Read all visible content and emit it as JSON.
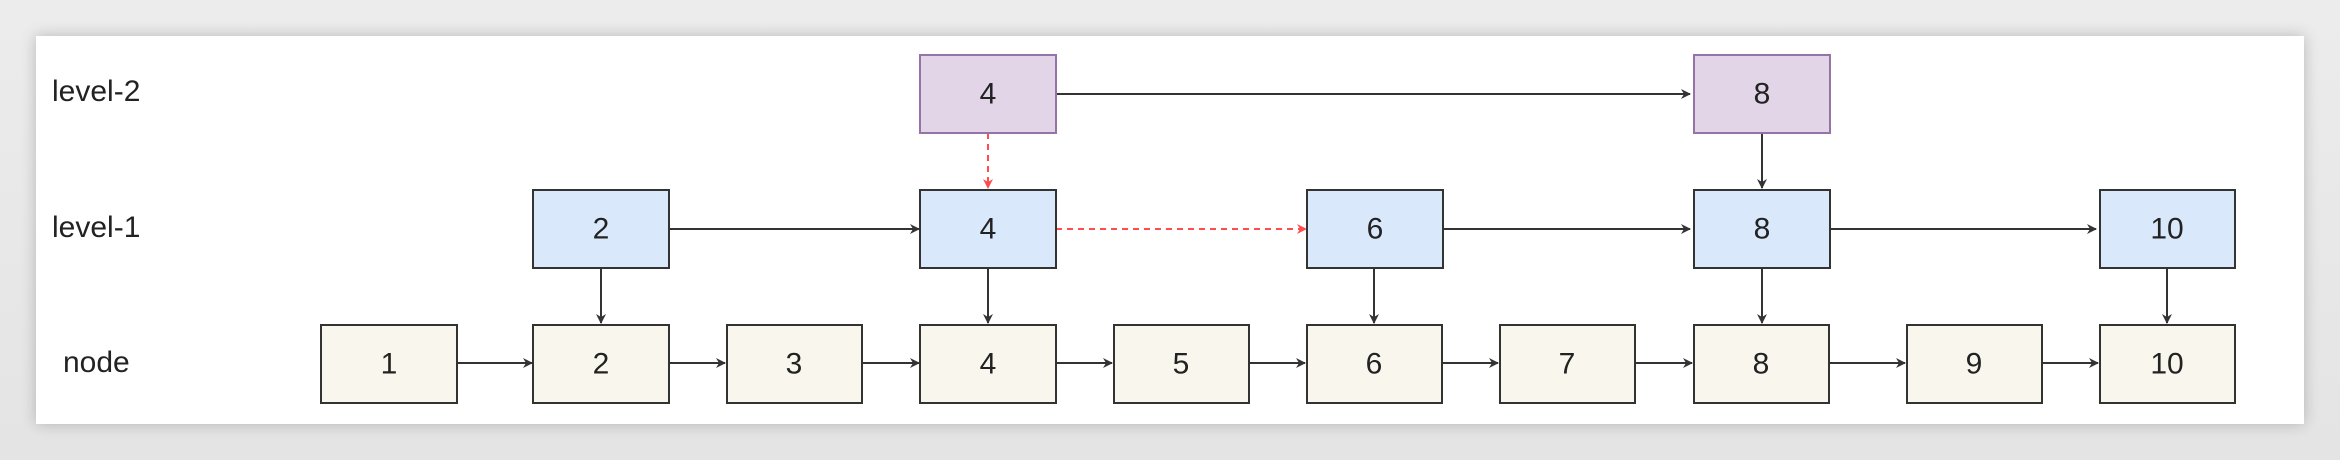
{
  "diagram": {
    "rows": [
      {
        "id": "level2",
        "label": "level-2"
      },
      {
        "id": "level1",
        "label": "level-1"
      },
      {
        "id": "node",
        "label": "node"
      }
    ],
    "level2_nodes": [
      "4",
      "8"
    ],
    "level1_nodes": [
      "2",
      "4",
      "6",
      "8",
      "10"
    ],
    "base_nodes": [
      "1",
      "2",
      "3",
      "4",
      "5",
      "6",
      "7",
      "8",
      "9",
      "10"
    ],
    "colors": {
      "level2_fill": "#e1d5e7",
      "level2_stroke": "#9673a6",
      "level1_fill": "#dae8fc",
      "level1_stroke": "#333333",
      "base_fill": "#f9f7ed",
      "base_stroke": "#333333",
      "arrow": "#333333",
      "search_path": "#ff4d4d"
    }
  }
}
